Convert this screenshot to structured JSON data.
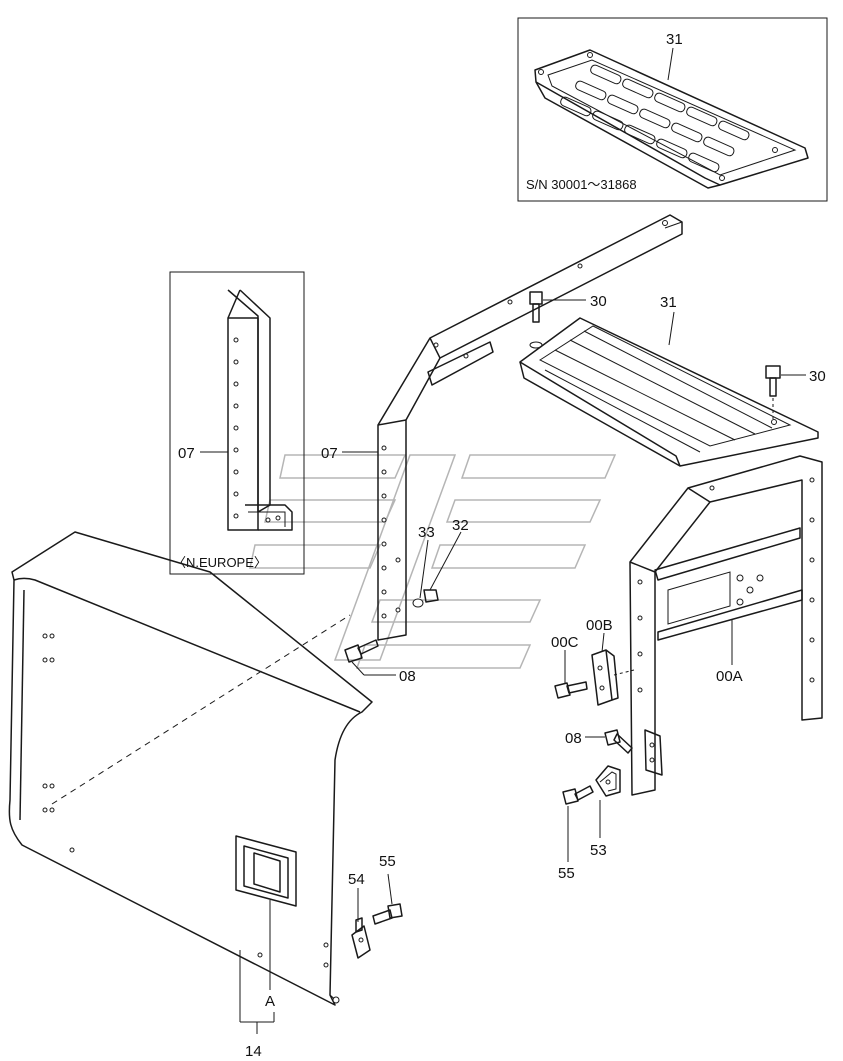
{
  "labels": {
    "top_panel_part": "31",
    "serial_range": "S/N 30001～31868",
    "inset_part": "07",
    "inset_region": "〈N.EUROPE〉",
    "frame_post": "07",
    "frame_bolt_top": "30",
    "step_plate": "31",
    "step_bolt": "30",
    "spacer": "33",
    "nut": "32",
    "lower_bolt": "08",
    "right_frame": "00A",
    "bracket_b": "00B",
    "bolt_c": "00C",
    "bolt_08_right": "08",
    "latch_bracket": "53",
    "latch_bolt_right": "55",
    "cover_bracket": "54",
    "cover_bolt": "55",
    "handle": "A",
    "door_cover": "14"
  }
}
